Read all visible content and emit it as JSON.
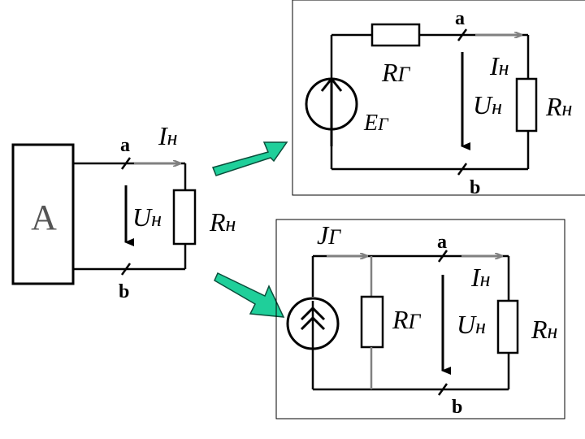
{
  "colors": {
    "wire": "#000000",
    "wire_grey": "#808080",
    "arrow_fill": "#1fcf9a",
    "arrow_stroke": "#0a4d3a",
    "frame": "#000000"
  },
  "left_circuit": {
    "block_label": "A",
    "node_a": "a",
    "node_b": "b",
    "current_label": "I",
    "current_sub": "н",
    "voltage_label": "U",
    "voltage_sub": "н",
    "load_label": "R",
    "load_sub": "н"
  },
  "voltage_source_circuit": {
    "node_a": "a",
    "node_b": "b",
    "internal_resistor_label": "R",
    "internal_resistor_sub": "Г",
    "emf_label": "E",
    "emf_sub": "Г",
    "current_label": "I",
    "current_sub": "н",
    "voltage_label": "U",
    "voltage_sub": "н",
    "load_label": "R",
    "load_sub": "н"
  },
  "current_source_circuit": {
    "node_a": "a",
    "node_b": "b",
    "source_current_label": "J",
    "source_current_sub": "Г",
    "internal_resistor_label": "R",
    "internal_resistor_sub": "Г",
    "current_label": "I",
    "current_sub": "н",
    "voltage_label": "U",
    "voltage_sub": "н",
    "load_label": "R",
    "load_sub": "н"
  }
}
